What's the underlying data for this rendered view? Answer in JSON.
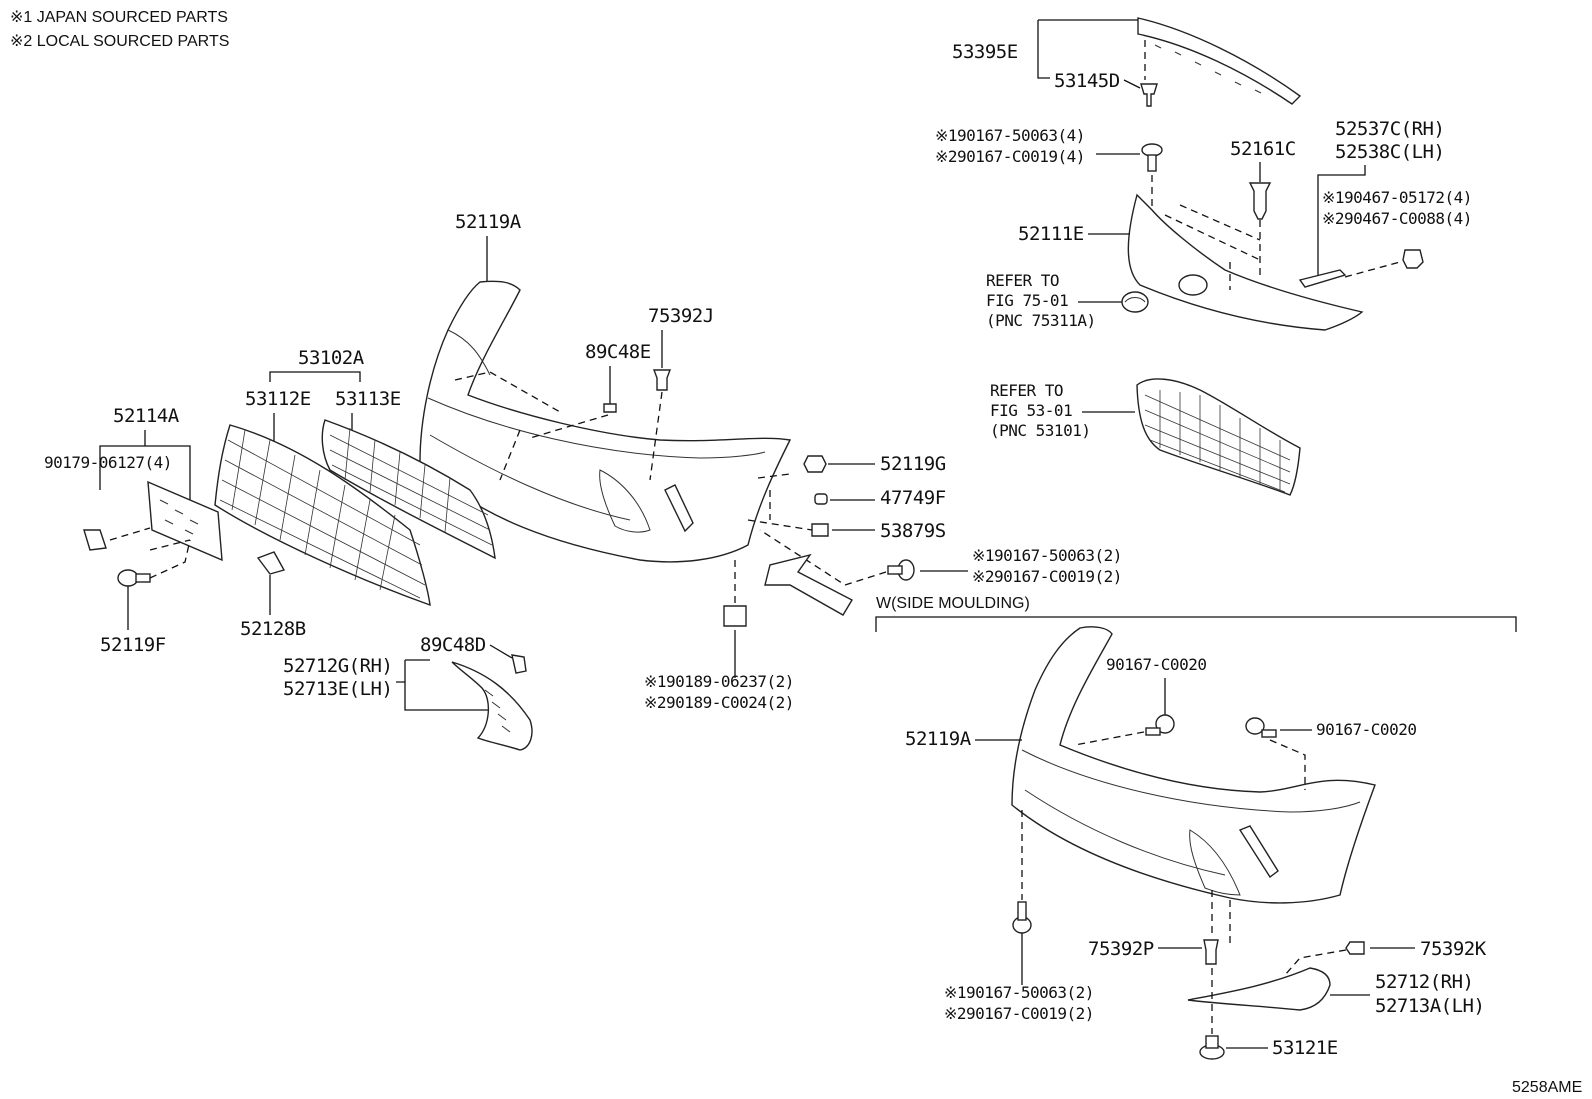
{
  "notes": {
    "n1": "※1 JAPAN SOURCED PARTS",
    "n2": "※2 LOCAL SOURCED PARTS"
  },
  "figure_id": "5258AME",
  "labels": {
    "p53395E": "53395E",
    "p53145D": "53145D",
    "p90167_50063_4": "※190167-50063(4)",
    "p90167_C0019_4": "※290167-C0019(4)",
    "p52161C": "52161C",
    "p52537C": "52537C(RH)",
    "p52538C": "52538C(LH)",
    "p90467_05172": "※190467-05172(4)",
    "p90467_C0088": "※290467-C0088(4)",
    "p52111E": "52111E",
    "ref1_a": "REFER TO",
    "ref1_b": "FIG 75-01",
    "ref1_c": "(PNC 75311A)",
    "ref2_a": "REFER TO",
    "ref2_b": "FIG 53-01",
    "ref2_c": "(PNC 53101)",
    "p52119A_top": "52119A",
    "p75392J": "75392J",
    "p89C48E": "89C48E",
    "p53102A": "53102A",
    "p53112E": "53112E",
    "p53113E": "53113E",
    "p52114A": "52114A",
    "p90179": "90179-06127(4)",
    "p52119G": "52119G",
    "p47749F": "47749F",
    "p53879S": "53879S",
    "p90167_50063_2a": "※190167-50063(2)",
    "p90167_C0019_2a": "※290167-C0019(2)",
    "side_moulding": "W(SIDE MOULDING)",
    "p52119F": "52119F",
    "p52128B": "52128B",
    "p89C48D": "89C48D",
    "p52712G": "52712G(RH)",
    "p52713E": "52713E(LH)",
    "p90189_06237": "※190189-06237(2)",
    "p90189_C0024": "※290189-C0024(2)",
    "p90167_C0020_a": "90167-C0020",
    "p90167_C0020_b": "90167-C0020",
    "p52119A_bottom": "52119A",
    "p75392P": "75392P",
    "p75392K": "75392K",
    "p90167_50063_2b": "※190167-50063(2)",
    "p90167_C0019_2b": "※290167-C0019(2)",
    "p52712": "52712(RH)",
    "p52713A": "52713A(LH)",
    "p53121E": "53121E"
  }
}
